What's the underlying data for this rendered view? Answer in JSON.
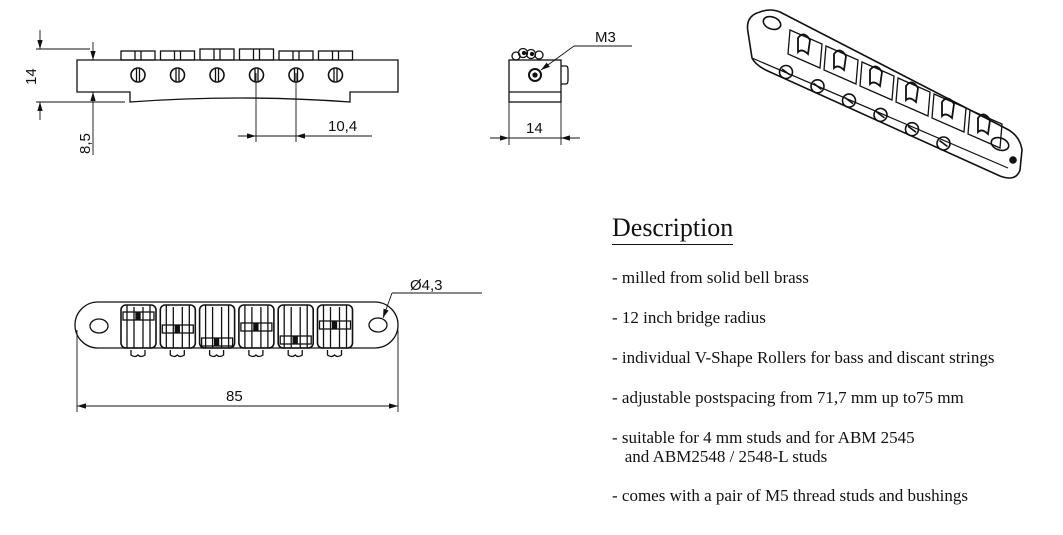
{
  "description": {
    "title": "Description",
    "items": [
      "- milled from solid bell brass",
      "- 12 inch bridge radius",
      "- individual V-Shape Rollers for bass and discant strings",
      "- adjustable postspacing from 71,7 mm up to75 mm",
      "- suitable for 4 mm studs and for ABM 2545\n   and ABM2548 / 2548-L studs",
      "- comes with a pair of M5 thread studs and bushings"
    ]
  },
  "dimensions": {
    "side_height": "14",
    "side_base_height": "8,5",
    "string_spacing": "10,4",
    "end_width": "14",
    "thread_callout": "M3",
    "hole_diameter": "Ø4,3",
    "total_length": "85"
  },
  "views": {
    "rollers_count": 6
  }
}
